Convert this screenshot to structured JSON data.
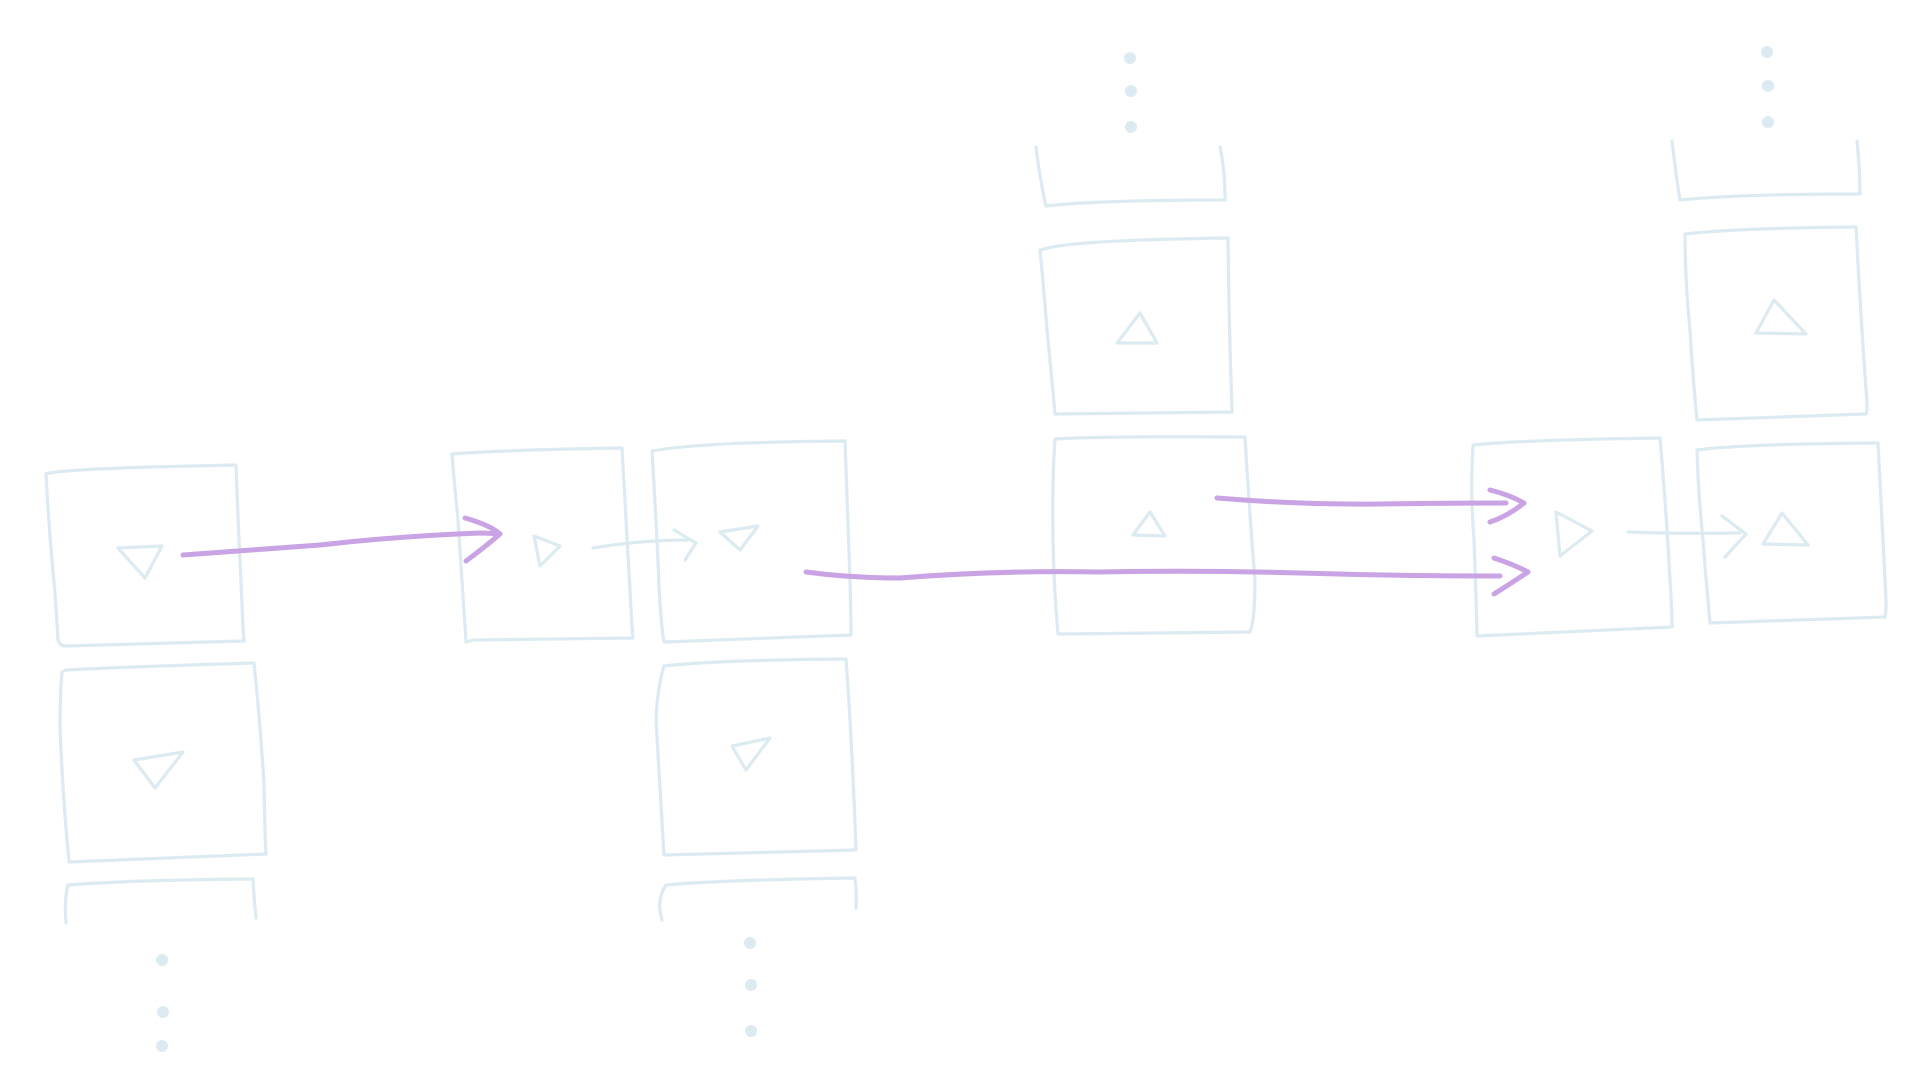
{
  "colors": {
    "background": "#ffffff",
    "cell_stroke": "#dcebf2",
    "link_stroke": "#c9a3e3"
  },
  "columns": [
    {
      "id": "col-1",
      "cells": [
        {
          "id": "c1-a",
          "glyph": "triangle-down",
          "role": "source"
        },
        {
          "id": "c1-b",
          "glyph": "triangle-down"
        }
      ],
      "continues": "down"
    },
    {
      "id": "col-2",
      "cells": [
        {
          "id": "c2-a",
          "glyph": "triangle-right",
          "role": "target"
        }
      ]
    },
    {
      "id": "col-3",
      "cells": [
        {
          "id": "c3-a",
          "glyph": "triangle-down",
          "role": "source"
        },
        {
          "id": "c3-b",
          "glyph": "triangle-down"
        }
      ],
      "continues": "down"
    },
    {
      "id": "col-4",
      "cells": [
        {
          "id": "c4-a",
          "glyph": "triangle-up"
        },
        {
          "id": "c4-b",
          "glyph": "triangle-up",
          "role": "source"
        }
      ],
      "continues": "up"
    },
    {
      "id": "col-5",
      "cells": [
        {
          "id": "c5-a",
          "glyph": "triangle-right",
          "role": "target"
        }
      ]
    },
    {
      "id": "col-6",
      "cells": [
        {
          "id": "c6-a",
          "glyph": "triangle-up"
        },
        {
          "id": "c6-b",
          "glyph": "triangle-up"
        }
      ],
      "continues": "up"
    }
  ],
  "links": [
    {
      "from": "c1-a",
      "to": "c2-a",
      "style": "arrow"
    },
    {
      "from": "c3-a",
      "to": "c5-a",
      "style": "arrow"
    },
    {
      "from": "c4-b",
      "to": "c5-a",
      "style": "arrow"
    },
    {
      "from": "c2-a",
      "to": "c3-a",
      "style": "faint-arrow"
    },
    {
      "from": "c5-a",
      "to": "c6-b",
      "style": "faint-arrow"
    }
  ]
}
